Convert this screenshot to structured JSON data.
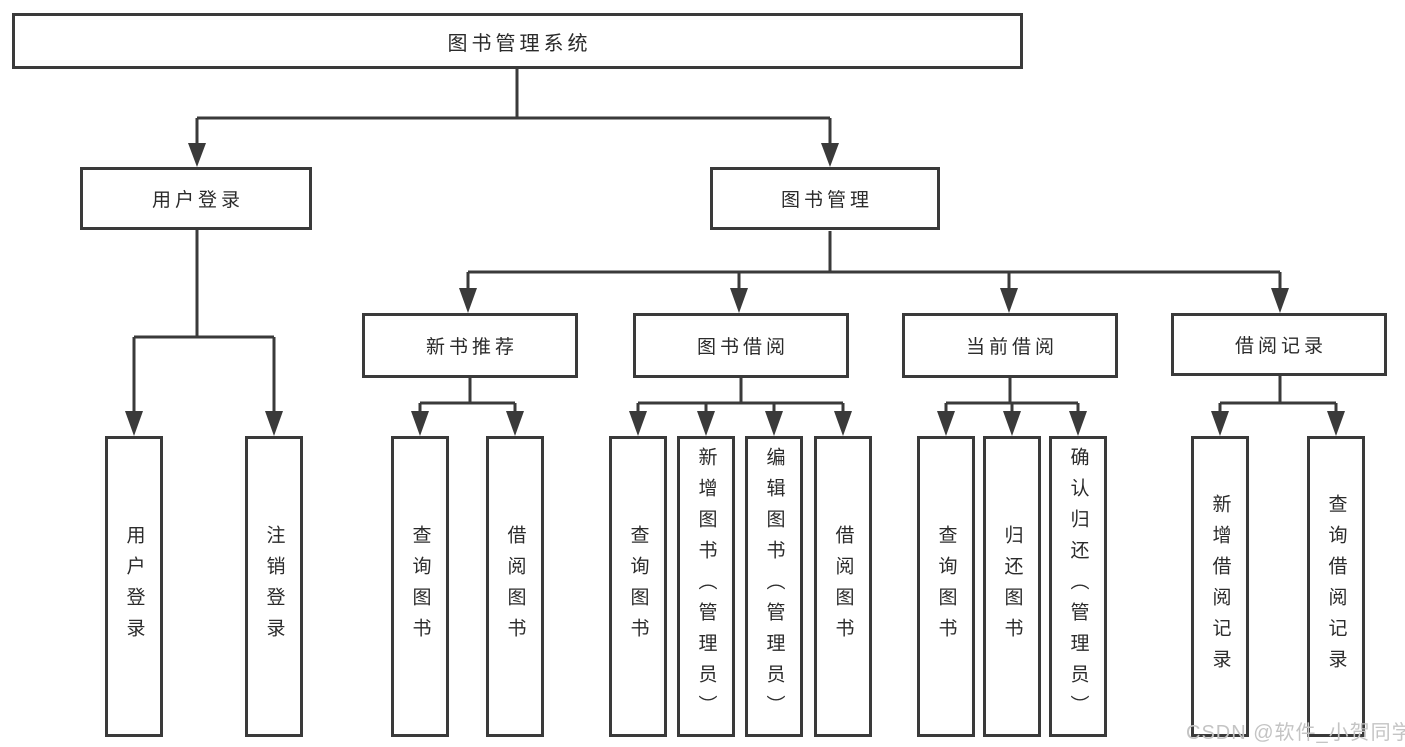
{
  "diagram": {
    "root": {
      "label": "图书管理系统",
      "children": [
        {
          "label": "用户登录",
          "children": [
            {
              "label": "用户登录"
            },
            {
              "label": "注销登录"
            }
          ]
        },
        {
          "label": "图书管理",
          "children": [
            {
              "label": "新书推荐",
              "children": [
                {
                  "label": "查询图书"
                },
                {
                  "label": "借阅图书"
                }
              ]
            },
            {
              "label": "图书借阅",
              "children": [
                {
                  "label": "查询图书"
                },
                {
                  "label": "新增图书（管理员）"
                },
                {
                  "label": "编辑图书（管理员）"
                },
                {
                  "label": "借阅图书"
                }
              ]
            },
            {
              "label": "当前借阅",
              "children": [
                {
                  "label": "查询图书"
                },
                {
                  "label": "归还图书"
                },
                {
                  "label": "确认归还（管理员）"
                }
              ]
            },
            {
              "label": "借阅记录",
              "children": [
                {
                  "label": "新增借阅记录"
                },
                {
                  "label": "查询借阅记录"
                }
              ]
            }
          ]
        }
      ]
    }
  },
  "watermark": {
    "text": "CSDN @软件_小贺同学"
  },
  "colors": {
    "line": "#3a3a3a",
    "text": "#2b2b2b",
    "watermark": "#c4c4c4",
    "background": "#ffffff"
  }
}
